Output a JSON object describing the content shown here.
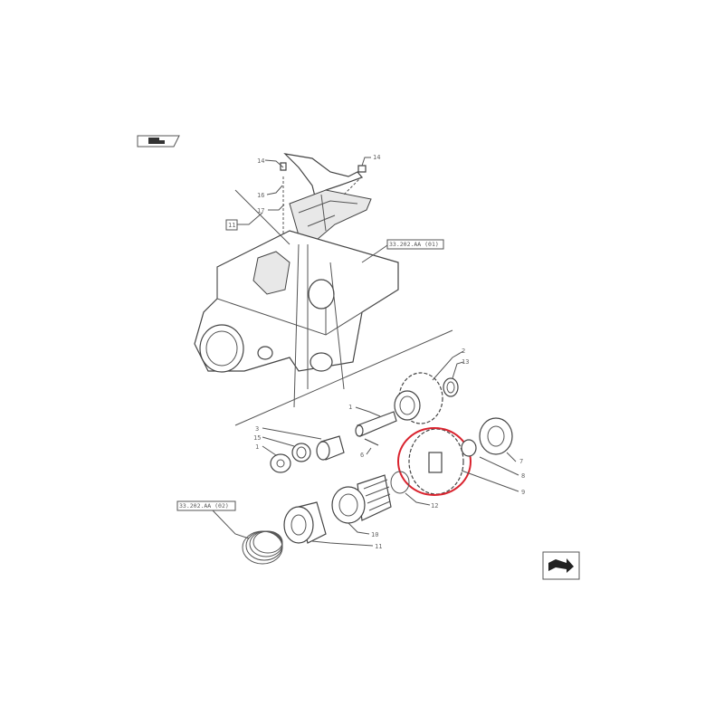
{
  "diagram": {
    "labels": {
      "bolt_left": "14",
      "bolt_right": "14",
      "washer_top": "16",
      "plate_top": "17",
      "cover_ref": "11",
      "housing_ref": "33.202.AA (01)",
      "gear_upper": "2",
      "washer_gear": "13",
      "shaft": "1",
      "bushing_splined": "3",
      "spacer": "15",
      "washer_left": "1",
      "pin": "6",
      "bearing": "7",
      "seal": "8",
      "gear_highlighted": "9",
      "snap_ring": "12",
      "splined_hub": "10",
      "coupler": "11",
      "spring_ref": "33.202.AA (02)"
    },
    "highlight_color": "#d9232e",
    "nav_icons": [
      "vehicle-icon",
      "next-page-arrow-icon"
    ]
  }
}
